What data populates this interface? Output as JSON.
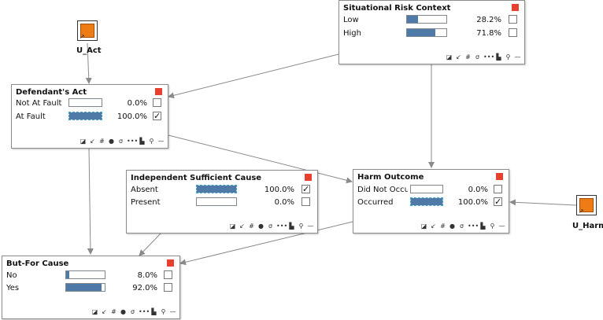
{
  "u_act": {
    "label": "U_Act"
  },
  "u_harm": {
    "label": "U_Harm"
  },
  "situational": {
    "title": "Situational Risk Context",
    "states": [
      {
        "label": "Low",
        "pct": "28.2%",
        "fill": 0.282
      },
      {
        "label": "High",
        "pct": "71.8%",
        "fill": 0.718
      }
    ]
  },
  "defendant": {
    "title": "Defendant's Act",
    "states": [
      {
        "label": "Not At Fault",
        "pct": "0.0%",
        "fill": 0.0,
        "checked": ""
      },
      {
        "label": "At Fault",
        "pct": "100.0%",
        "fill": 1.0,
        "checked": "✓"
      }
    ]
  },
  "independent": {
    "title": "Independent Sufficient Cause",
    "states": [
      {
        "label": "Absent",
        "pct": "100.0%",
        "fill": 1.0,
        "checked": "✓"
      },
      {
        "label": "Present",
        "pct": "0.0%",
        "fill": 0.0,
        "checked": ""
      }
    ]
  },
  "harm": {
    "title": "Harm Outcome",
    "states": [
      {
        "label": "Did Not Occu",
        "pct": "0.0%",
        "fill": 0.0,
        "checked": ""
      },
      {
        "label": "Occurred",
        "pct": "100.0%",
        "fill": 1.0,
        "checked": "✓"
      }
    ]
  },
  "butfor": {
    "title": "But-For Cause",
    "states": [
      {
        "label": "No",
        "pct": "8.0%",
        "fill": 0.08
      },
      {
        "label": "Yes",
        "pct": "92.0%",
        "fill": 0.92
      }
    ]
  },
  "toolbar_icons": [
    "export-icon",
    "arrow-icon",
    "grid-icon",
    "dot-icon",
    "sigma-icon",
    "more-icon",
    "histogram-icon",
    "zoom-icon",
    "minimize-icon"
  ],
  "toolbar_glyphs": {
    "export-icon": "◪",
    "arrow-icon": "↙",
    "grid-icon": "#",
    "dot-icon": "●",
    "sigma-icon": "σ",
    "more-icon": "•••",
    "histogram-icon": "▙",
    "zoom-icon": "⚲",
    "minimize-icon": "—"
  },
  "colors": {
    "bar_fill": "#4f79a6",
    "close": "#e8402f",
    "unode": "#ef7b14",
    "edge": "#8a8a8a"
  }
}
